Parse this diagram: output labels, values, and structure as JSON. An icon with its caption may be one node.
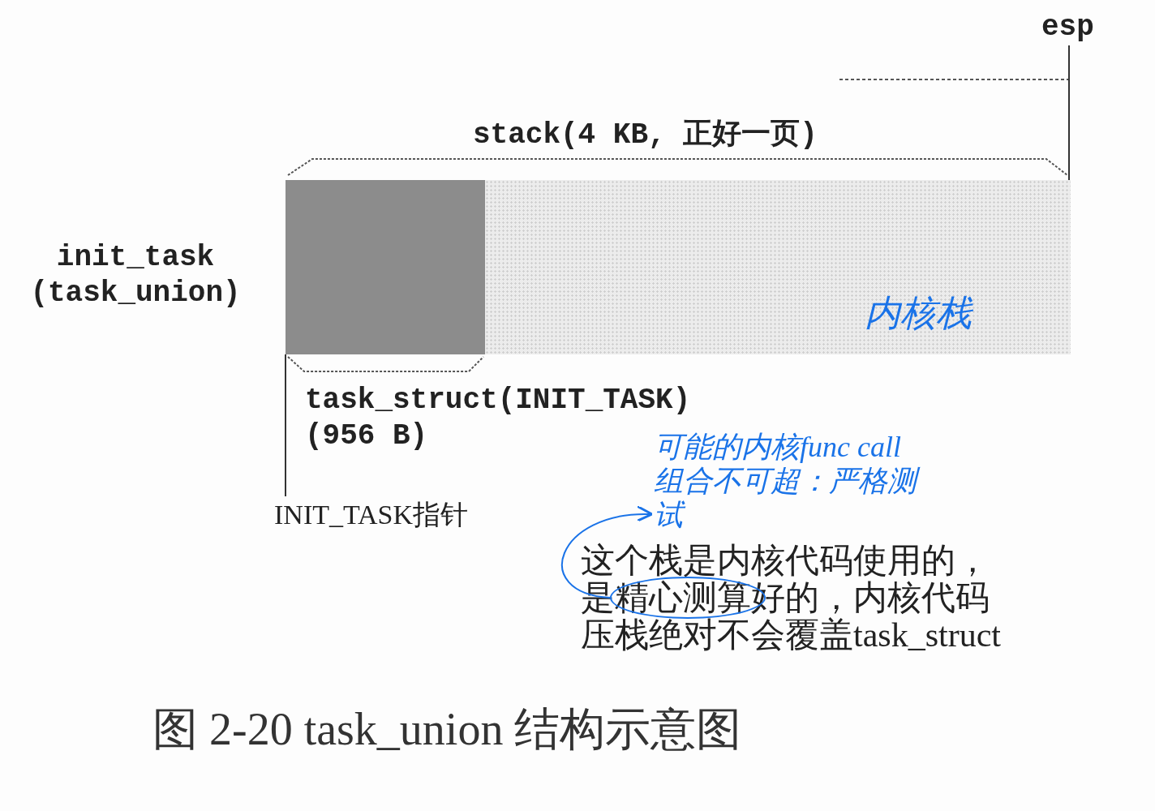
{
  "diagram": {
    "caption": "图 2-20 task_union 结构示意图",
    "nodes": [
      {
        "text": [],
        "shape": "box"
      },
      {
        "text": [
          "内核栈"
        ]
      },
      {
        "text": [
          "esp"
        ]
      },
      {
        "text": [
          "INIT_TASK指针"
        ]
      },
      {
        "text": [
          "这个栈是内核代码使用的，是精心测算好的，内核代码压栈绝对不会覆盖task_struct"
        ]
      },
      {
        "text": [
          "可能的内核func call 组合不可超：严格测试"
        ]
      },
      {
        "text": [],
        "shape": "circle"
      }
    ],
    "edges": [
      {
        "from": 2,
        "to": 1,
        "arrow": "none"
      },
      {
        "from": 3,
        "to": 0,
        "arrow": "none"
      },
      {
        "from": 6,
        "to": 5,
        "arrow": "to",
        "color": "#1a73e8"
      }
    ],
    "labels": [
      "stack(4 KB, 正好一页)",
      "init_task (task_union)",
      "task_struct(INIT_TASK) (956 B)"
    ]
  }
}
